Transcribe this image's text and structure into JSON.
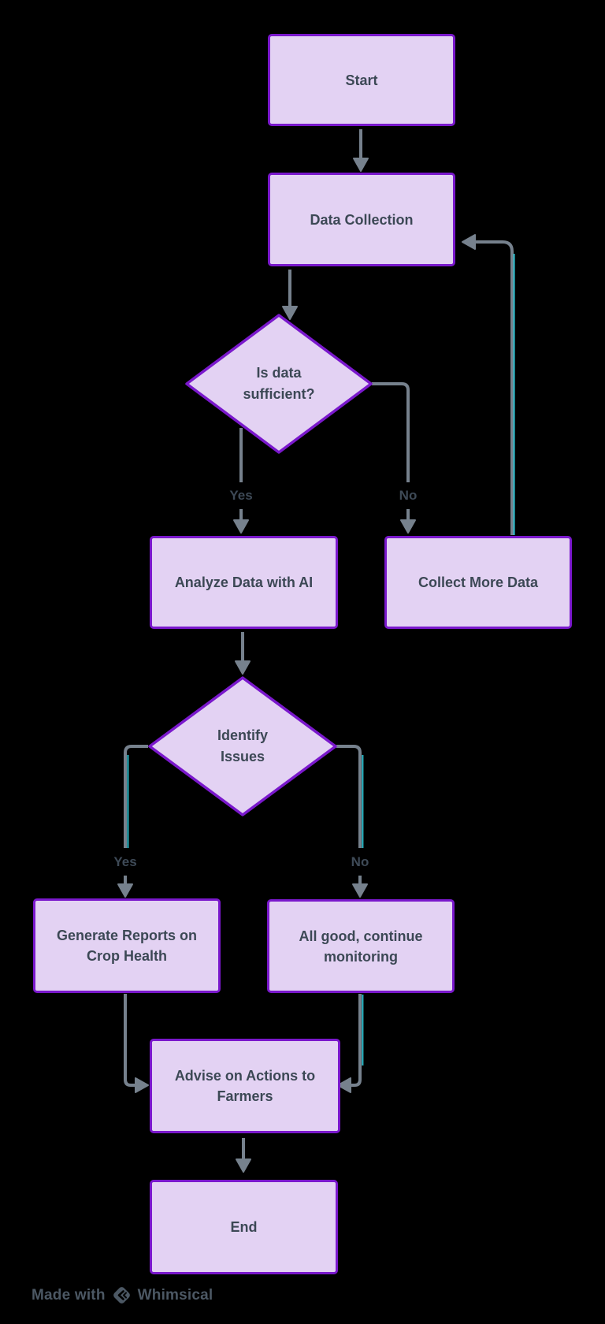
{
  "app": {
    "background_color": "#000000",
    "watermark": {
      "prefix": "Made with",
      "brand": "Whimsical"
    }
  },
  "palette": {
    "node_fill": "#e3d2f3",
    "node_border": "#7a18cc",
    "node_text": "#3c4855",
    "connector": "#76818d",
    "connector_accent": "#2ec8d8",
    "edge_label_text": "#3e4a57",
    "watermark_text": "#4c5864"
  },
  "flowchart": {
    "nodes": [
      {
        "id": "start",
        "type": "process",
        "label": "Start"
      },
      {
        "id": "data-collection",
        "type": "process",
        "label": "Data Collection"
      },
      {
        "id": "is-data-sufficient",
        "type": "decision",
        "label": "Is data sufficient?"
      },
      {
        "id": "analyze-data",
        "type": "process",
        "label": "Analyze Data with AI"
      },
      {
        "id": "collect-more-data",
        "type": "process",
        "label": "Collect More Data"
      },
      {
        "id": "identify-issues",
        "type": "decision",
        "label": "Identify Issues"
      },
      {
        "id": "generate-reports",
        "type": "process",
        "label": "Generate Reports on Crop Health"
      },
      {
        "id": "all-good",
        "type": "process",
        "label": "All good, continue monitoring"
      },
      {
        "id": "advise-farmers",
        "type": "process",
        "label": "Advise on Actions to Farmers"
      },
      {
        "id": "end",
        "type": "process",
        "label": "End"
      }
    ],
    "edges": [
      {
        "from": "start",
        "to": "data-collection",
        "label": ""
      },
      {
        "from": "data-collection",
        "to": "is-data-sufficient",
        "label": ""
      },
      {
        "from": "is-data-sufficient",
        "to": "analyze-data",
        "label": "Yes"
      },
      {
        "from": "is-data-sufficient",
        "to": "collect-more-data",
        "label": "No"
      },
      {
        "from": "collect-more-data",
        "to": "data-collection",
        "label": ""
      },
      {
        "from": "analyze-data",
        "to": "identify-issues",
        "label": ""
      },
      {
        "from": "identify-issues",
        "to": "generate-reports",
        "label": "Yes"
      },
      {
        "from": "identify-issues",
        "to": "all-good",
        "label": "No"
      },
      {
        "from": "generate-reports",
        "to": "advise-farmers",
        "label": ""
      },
      {
        "from": "all-good",
        "to": "advise-farmers",
        "label": ""
      },
      {
        "from": "advise-farmers",
        "to": "end",
        "label": ""
      }
    ]
  }
}
